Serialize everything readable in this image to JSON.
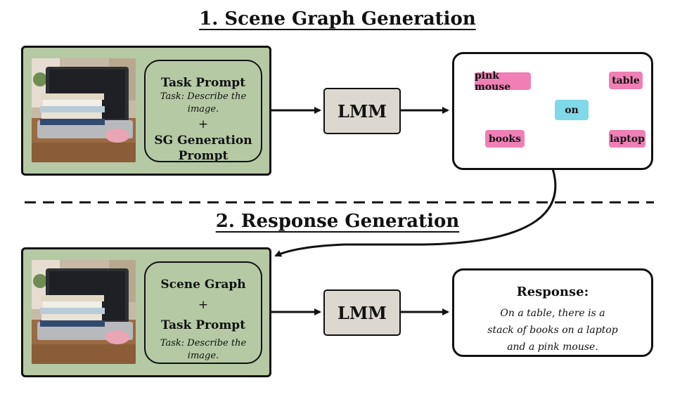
{
  "section1": {
    "title": "1. Scene Graph Generation"
  },
  "section2": {
    "title": "2. Response Generation"
  },
  "panel1": {
    "line1": "Task Prompt",
    "line2": "Task: Describe the image.",
    "plus": "+",
    "line3": "SG Generation",
    "line4": "Prompt"
  },
  "panel2": {
    "line1": "Scene Graph",
    "plus": "+",
    "line2": "Task Prompt",
    "line3": "Task: Describe the image."
  },
  "model": {
    "label": "LMM"
  },
  "scene_graph": {
    "subject1": "pink mouse",
    "subject2": "books",
    "relation": "on",
    "object1": "table",
    "object2": "laptop"
  },
  "response": {
    "title": "Response:",
    "line1": "On a table, there is a",
    "line2": "stack of books on a laptop",
    "line3": "and a pink mouse."
  },
  "colors": {
    "panel_green": "#b5c9a5",
    "node_pink": "#ef7fb5",
    "node_cyan": "#7fd9e8",
    "lmm_gray": "#dcd8d0"
  },
  "icons": {
    "image": "laptop-books-mouse-photo"
  }
}
